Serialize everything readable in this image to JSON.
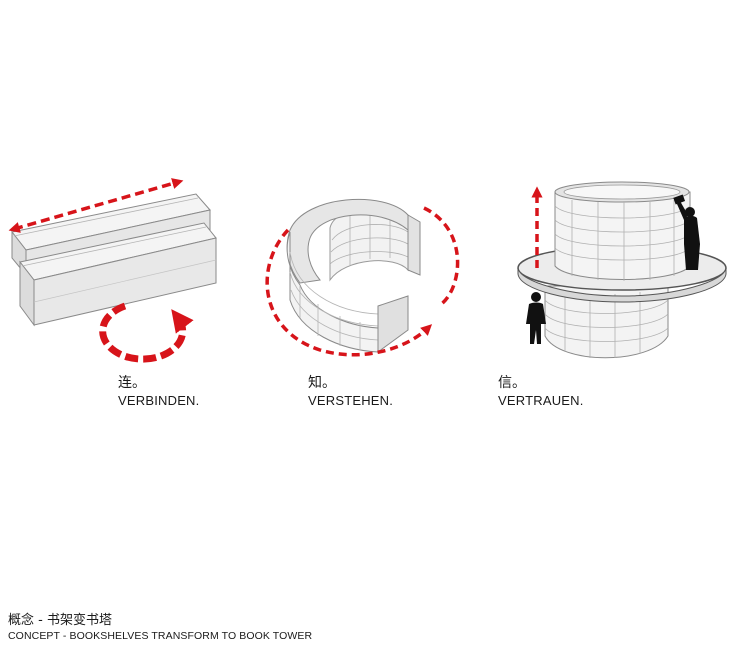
{
  "colors": {
    "accent": "#d7141a",
    "stroke": "#8a8a8a",
    "fill": "#eeeeee",
    "figure": "#111111"
  },
  "steps": [
    {
      "cn": "连。",
      "en": "VERBINDEN."
    },
    {
      "cn": "知。",
      "en": "VERSTEHEN."
    },
    {
      "cn": "信。",
      "en": "VERTRAUEN."
    }
  ],
  "caption": {
    "cn": "概念 - 书架变书塔",
    "en": "CONCEPT - BOOKSHELVES TRANSFORM TO BOOK TOWER"
  }
}
